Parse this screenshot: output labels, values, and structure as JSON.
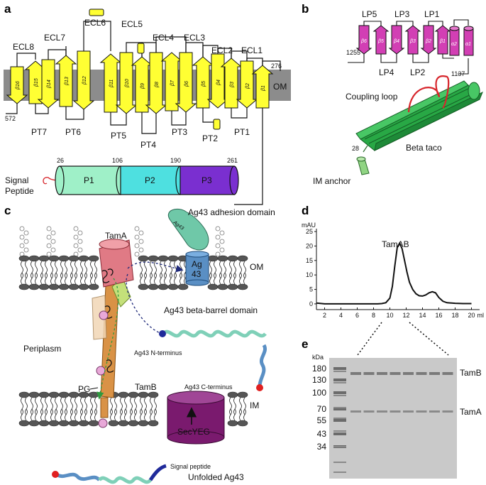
{
  "panels": {
    "a": "a",
    "b": "b",
    "c": "c",
    "d": "d",
    "e": "e"
  },
  "panel_a": {
    "ecl": [
      "ECL8",
      "ECL7",
      "ECL6",
      "ECL5",
      "ECL4",
      "ECL3",
      "ECL2",
      "ECL1"
    ],
    "pt": [
      "PT7",
      "PT6",
      "PT5",
      "PT4",
      "PT3",
      "PT2",
      "PT1"
    ],
    "strands": [
      "β16",
      "β15",
      "β14",
      "β13",
      "β12",
      "β11",
      "β10",
      "β9",
      "β8",
      "β7",
      "β6",
      "β5",
      "β4",
      "β3",
      "β2",
      "β1"
    ],
    "om": "OM",
    "n276": "276",
    "n572": "572",
    "n26": "26",
    "n106": "106",
    "n190": "190",
    "n261": "261",
    "signal": [
      "Signal",
      "Peptide"
    ],
    "potra": [
      "P1",
      "P2",
      "P3"
    ]
  },
  "panel_b": {
    "lp_top": [
      "LP5",
      "LP3",
      "LP1"
    ],
    "lp_bottom": [
      "LP4",
      "LP2"
    ],
    "strands": [
      "β6",
      "β5",
      "β4",
      "β3",
      "β2",
      "β1",
      "α2",
      "α1"
    ],
    "n1255": "1255",
    "n1137": "1137",
    "coupling": "Coupling loop",
    "beta_taco": "Beta taco",
    "n28": "28",
    "im_anchor": "IM anchor"
  },
  "panel_c": {
    "adhesion": "Ag43 adhesion domain",
    "ag43_tag": "Ag43",
    "tama": "TamA",
    "ag_barrel": [
      "Ag",
      "43"
    ],
    "om": "OM",
    "barrel_domain": "Ag43 beta-barrel domain",
    "periplasm": "Periplasm",
    "n_term": "Ag43 N-terminus",
    "pg": "PG",
    "tamb": "TamB",
    "c_term": "Ag43 C-terminus",
    "secyeg": "SecYEG",
    "im": "IM",
    "signal": "Signal peptide",
    "unfolded": "Unfolded Ag43"
  },
  "chart_data": {
    "type": "line",
    "title": "",
    "ylabel": "mAU",
    "xlabel": "ml",
    "xlim": [
      1,
      21
    ],
    "ylim": [
      -1,
      26
    ],
    "xticks": [
      2,
      4,
      6,
      8,
      10,
      12,
      14,
      16,
      18,
      20
    ],
    "yticks": [
      0,
      5,
      10,
      15,
      20,
      25
    ],
    "annotation": "TamAB",
    "series": [
      {
        "x": [
          1,
          2,
          3,
          4,
          5,
          6,
          7,
          8,
          8.5,
          9,
          9.5,
          10,
          10.3,
          10.6,
          10.9,
          11.2,
          11.5,
          11.8,
          12.1,
          12.4,
          12.8,
          13.2,
          13.6,
          14,
          14.4,
          14.8,
          15.2,
          15.6,
          16,
          16.5,
          17,
          18,
          19,
          20
        ],
        "y": [
          0.3,
          0,
          0,
          0,
          0,
          0,
          0,
          0,
          0,
          0.1,
          0.4,
          2,
          6,
          13,
          19.5,
          21,
          19,
          15,
          11,
          7.5,
          5,
          3.5,
          2.8,
          2.7,
          3.1,
          3.8,
          4.2,
          3.8,
          2.2,
          0.9,
          0.4,
          0.2,
          0.1,
          0.1
        ]
      }
    ]
  },
  "panel_e": {
    "kda": "kDa",
    "markers": [
      "180",
      "130",
      "100",
      "70",
      "55",
      "43",
      "34"
    ],
    "tamb": "TamB",
    "tama": "TamA"
  }
}
